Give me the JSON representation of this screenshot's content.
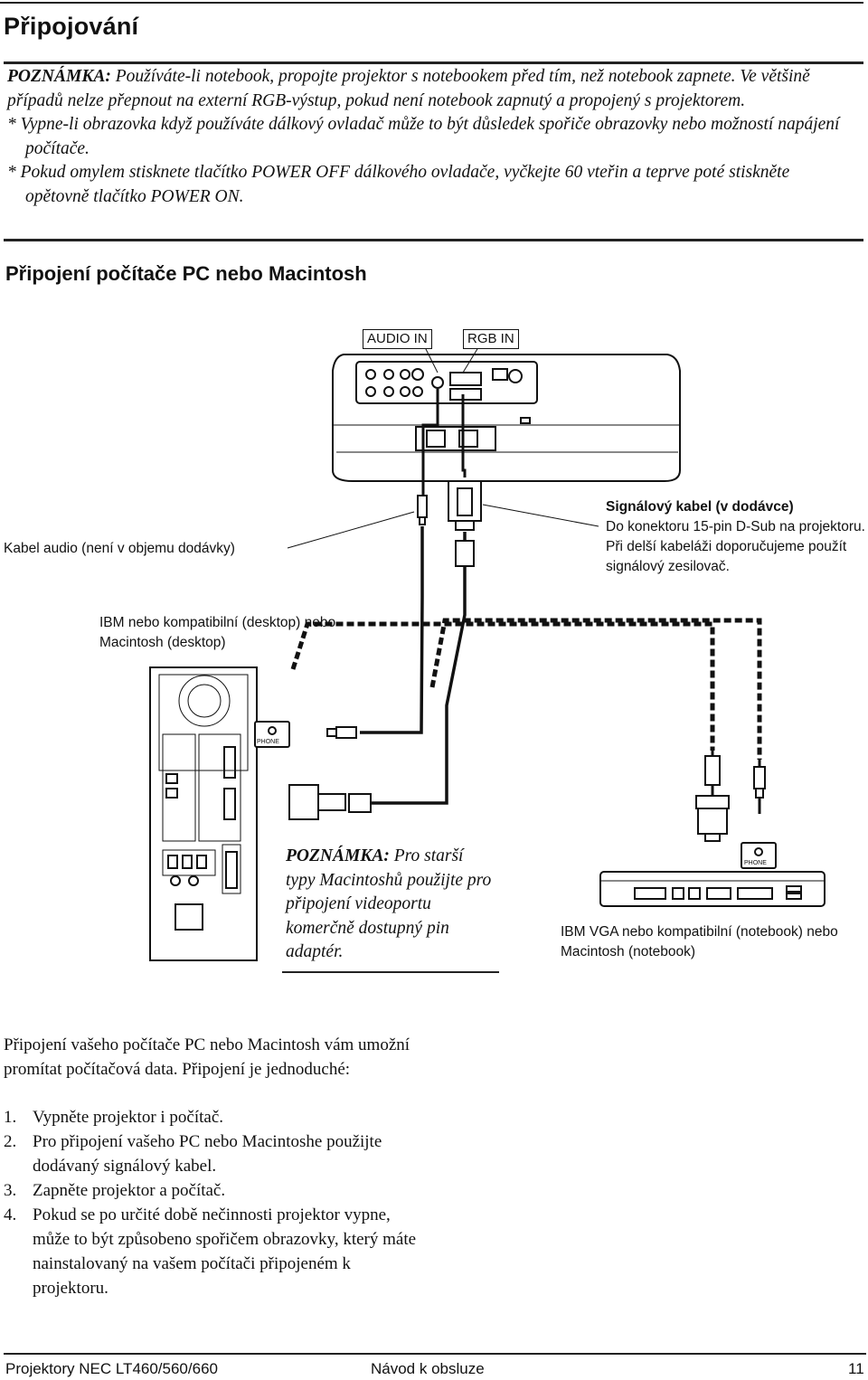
{
  "page": {
    "title": "Připojování",
    "note": {
      "label": "POZNÁMKA:",
      "text": " Používáte-li notebook, propojte projektor s notebookem před tím, než notebook zapnete. Ve většině případů  nelze přepnout na externí RGB-výstup, pokud není notebook zapnutý a propojený s projektorem.",
      "bullets": [
        "* Vypne-li obrazovka když používáte dálkový ovladač může to být důsledek spořiče obrazovky nebo možností napájení počítače.",
        "* Pokud omylem stisknete tlačítko POWER OFF dálkového ovladače, vyčkejte 60 vteřin a teprve poté stiskněte opětovně tlačítko POWER ON."
      ]
    },
    "section_title": "Připojení počítače PC nebo Macintosh"
  },
  "diagram": {
    "port_audio": "AUDIO IN",
    "port_rgb": "RGB IN",
    "label_audio_cable": "Kabel audio (není v objemu dodávky)",
    "label_signal_cable_title": "Signálový kabel (v dodávce)",
    "label_signal_cable_text": "Do konektoru 15-pin D-Sub na projektoru. Při delší kabeláži doporučujeme použít signálový zesilovač.",
    "label_desktop": "IBM nebo kompatibilní (desktop) nebo Macintosh (desktop)",
    "label_notebook": "IBM VGA nebo kompatibilní (notebook) nebo Macintosh (notebook)",
    "phone_label": "PHONE",
    "note_label": "POZNÁMKA:",
    "note_text": " Pro starší typy Macintoshů použijte pro připojení videoportu komerčně dostupný pin adaptér."
  },
  "body": {
    "intro": "Připojení vašeho počítače PC nebo Macintosh vám umožní promítat počítačová data. Připojení je jednoduché:",
    "steps": [
      {
        "num": "1.",
        "text": "Vypněte projektor i počítač."
      },
      {
        "num": "2.",
        "text": "Pro připojení vašeho PC nebo Macintoshe použijte dodávaný signálový kabel."
      },
      {
        "num": "3.",
        "text": "Zapněte projektor a počítač."
      },
      {
        "num": "4.",
        "text": "Pokud se po určité době nečinnosti projektor vypne, může to být způsobeno spořičem obrazovky, který máte nainstalovaný na vašem počítači připojeném k projektoru."
      }
    ]
  },
  "footer": {
    "left": "Projektory NEC LT460/560/660",
    "center": "Návod k obsluze",
    "page": "11"
  }
}
